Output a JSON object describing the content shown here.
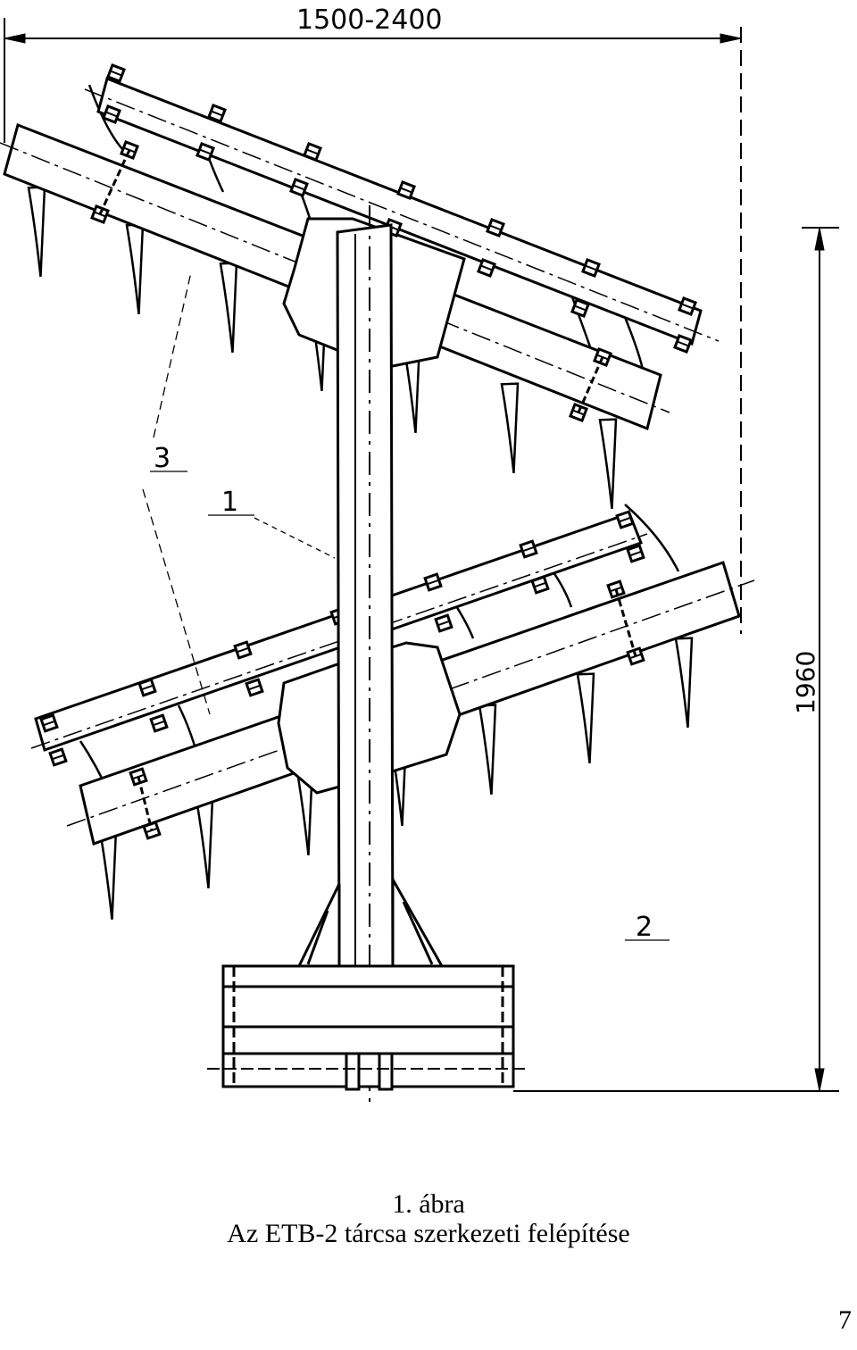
{
  "figure": {
    "dimension_width": "1500-2400",
    "dimension_height": "1960",
    "callouts": [
      "3",
      "1",
      "2"
    ]
  },
  "caption": {
    "number": "1. ábra",
    "title": "Az ETB-2 tárcsa szerkezeti felépítése"
  },
  "page_number": "7"
}
